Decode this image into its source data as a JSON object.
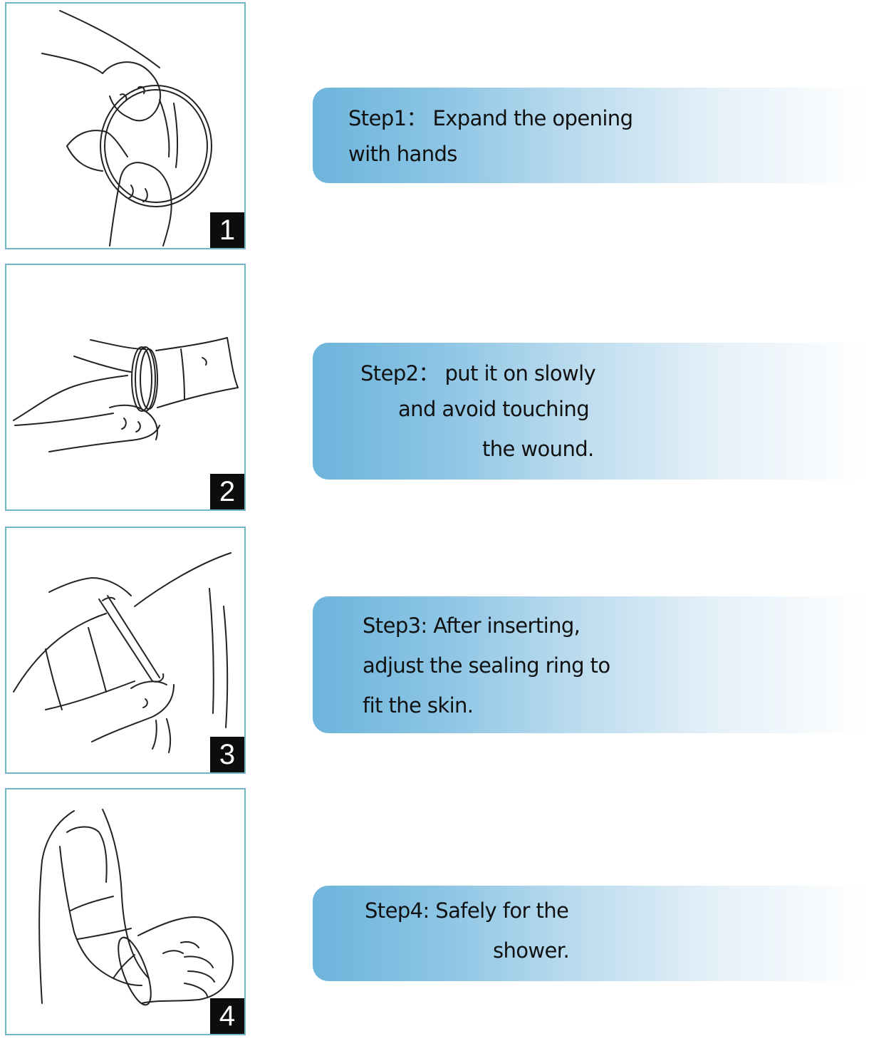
{
  "steps": [
    {
      "badge": "1",
      "lines": [
        "Step1： Expand the opening",
        "with hands"
      ]
    },
    {
      "badge": "2",
      "lines": [
        "Step2： put it on slowly",
        "and avoid touching",
        "the wound."
      ]
    },
    {
      "badge": "3",
      "lines": [
        "Step3:  After inserting,",
        "adjust the sealing ring to",
        "fit the skin."
      ]
    },
    {
      "badge": "4",
      "lines": [
        "Step4:  Safely for the",
        "shower."
      ]
    }
  ],
  "colors": {
    "panel_border": "#6fb7c2",
    "banner_start": "#6db4dc",
    "banner_end": "#ffffff",
    "badge_bg": "#0d0d0d"
  },
  "icons": [
    "hands-expanding-ring-illustration",
    "arm-insertion-illustration",
    "sealing-ring-adjust-illustration",
    "arm-in-sleeve-illustration"
  ]
}
